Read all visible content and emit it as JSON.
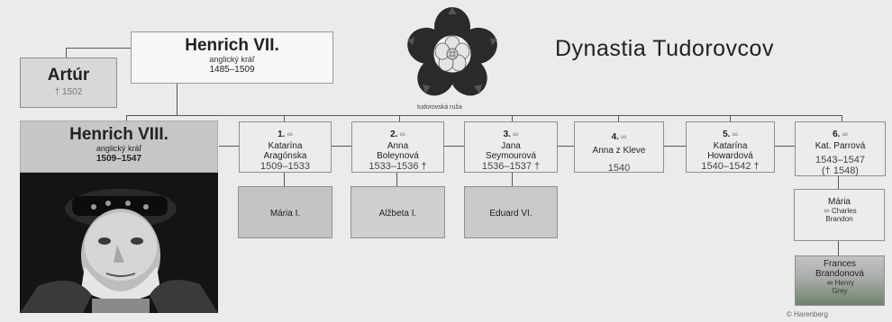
{
  "title": "Dynastia Tudorovcov",
  "rose_label": "tudorovská ruža",
  "copyright": "© Harenberg",
  "henry7": {
    "name": "Henrich VII.",
    "role": "anglický kráľ",
    "years": "1485–1509"
  },
  "artur": {
    "name": "Artúr",
    "death": "† 1502"
  },
  "henry8": {
    "name": "Henrich VIII.",
    "role": "anglický kráľ",
    "years": "1509–1547"
  },
  "wives": [
    {
      "number": "1.",
      "name_line1": "Katarína",
      "name_line2": "Aragónska",
      "years": "1509–1533",
      "years2": ""
    },
    {
      "number": "2.",
      "name_line1": "Anna",
      "name_line2": "Boleynová",
      "years": "1533–1536 †",
      "years2": ""
    },
    {
      "number": "3.",
      "name_line1": "Jana",
      "name_line2": "Seymourová",
      "years": "1536–1537 †",
      "years2": ""
    },
    {
      "number": "4.",
      "name_line1": "Anna z Kleve",
      "name_line2": "",
      "years": "1540",
      "years2": ""
    },
    {
      "number": "5.",
      "name_line1": "Katarína",
      "name_line2": "Howardová",
      "years": "1540–1542 †",
      "years2": ""
    },
    {
      "number": "6.",
      "name_line1": "Kat. Parrová",
      "name_line2": "",
      "years": "1543–1547",
      "years2": "(† 1548)"
    }
  ],
  "marriage_symbol": "∞",
  "children": [
    {
      "name": "Mária I."
    },
    {
      "name": "Alžbeta I."
    },
    {
      "name": "Eduard VI."
    }
  ],
  "maria": {
    "name": "Mária",
    "spouse_line1": "Charles",
    "spouse_line2": "Brandon"
  },
  "frances": {
    "name_line1": "Frances",
    "name_line2": "Brandonová",
    "spouse_line1": "Henry",
    "spouse_line2": "Grey"
  },
  "colors": {
    "line": "#555555",
    "dark_box": "#c9c9c9",
    "light_box": "#f4f4f4",
    "frances_top": "#bfbfbf",
    "frances_bottom": "#7a8a78"
  }
}
